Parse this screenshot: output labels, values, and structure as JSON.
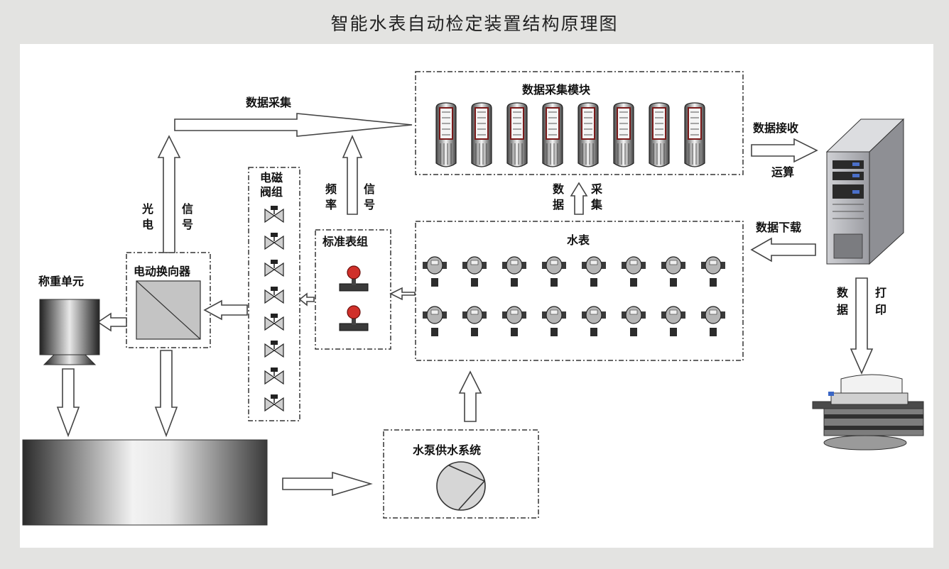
{
  "title": "智能水表自动检定装置结构原理图",
  "labels": {
    "data_acq": "数据采集",
    "data_acq_module": "数据采集模块",
    "data_receive": "数据接收",
    "compute": "运算",
    "data_download": "数据下载",
    "valve_group_1": "电磁",
    "valve_group_2": "阀组",
    "freq": [
      "频",
      "率"
    ],
    "signal": [
      "信",
      "号"
    ],
    "optical": [
      "光",
      "电"
    ],
    "optical_signal": [
      "信",
      "号"
    ],
    "std_meter_group": "标准表组",
    "meter": "水表",
    "data_v": [
      "数",
      "据"
    ],
    "collect_v": [
      "采",
      "集"
    ],
    "reversing": "电动换向器",
    "weighing": "称重单元",
    "pump": "水泵供水系统",
    "print_data": [
      "数",
      "据"
    ],
    "print": [
      "打",
      "印"
    ]
  },
  "counts": {
    "acq_modules": 8,
    "valves": 8,
    "meters_per_row": 8,
    "meter_rows": 2,
    "std_meters": 2
  }
}
